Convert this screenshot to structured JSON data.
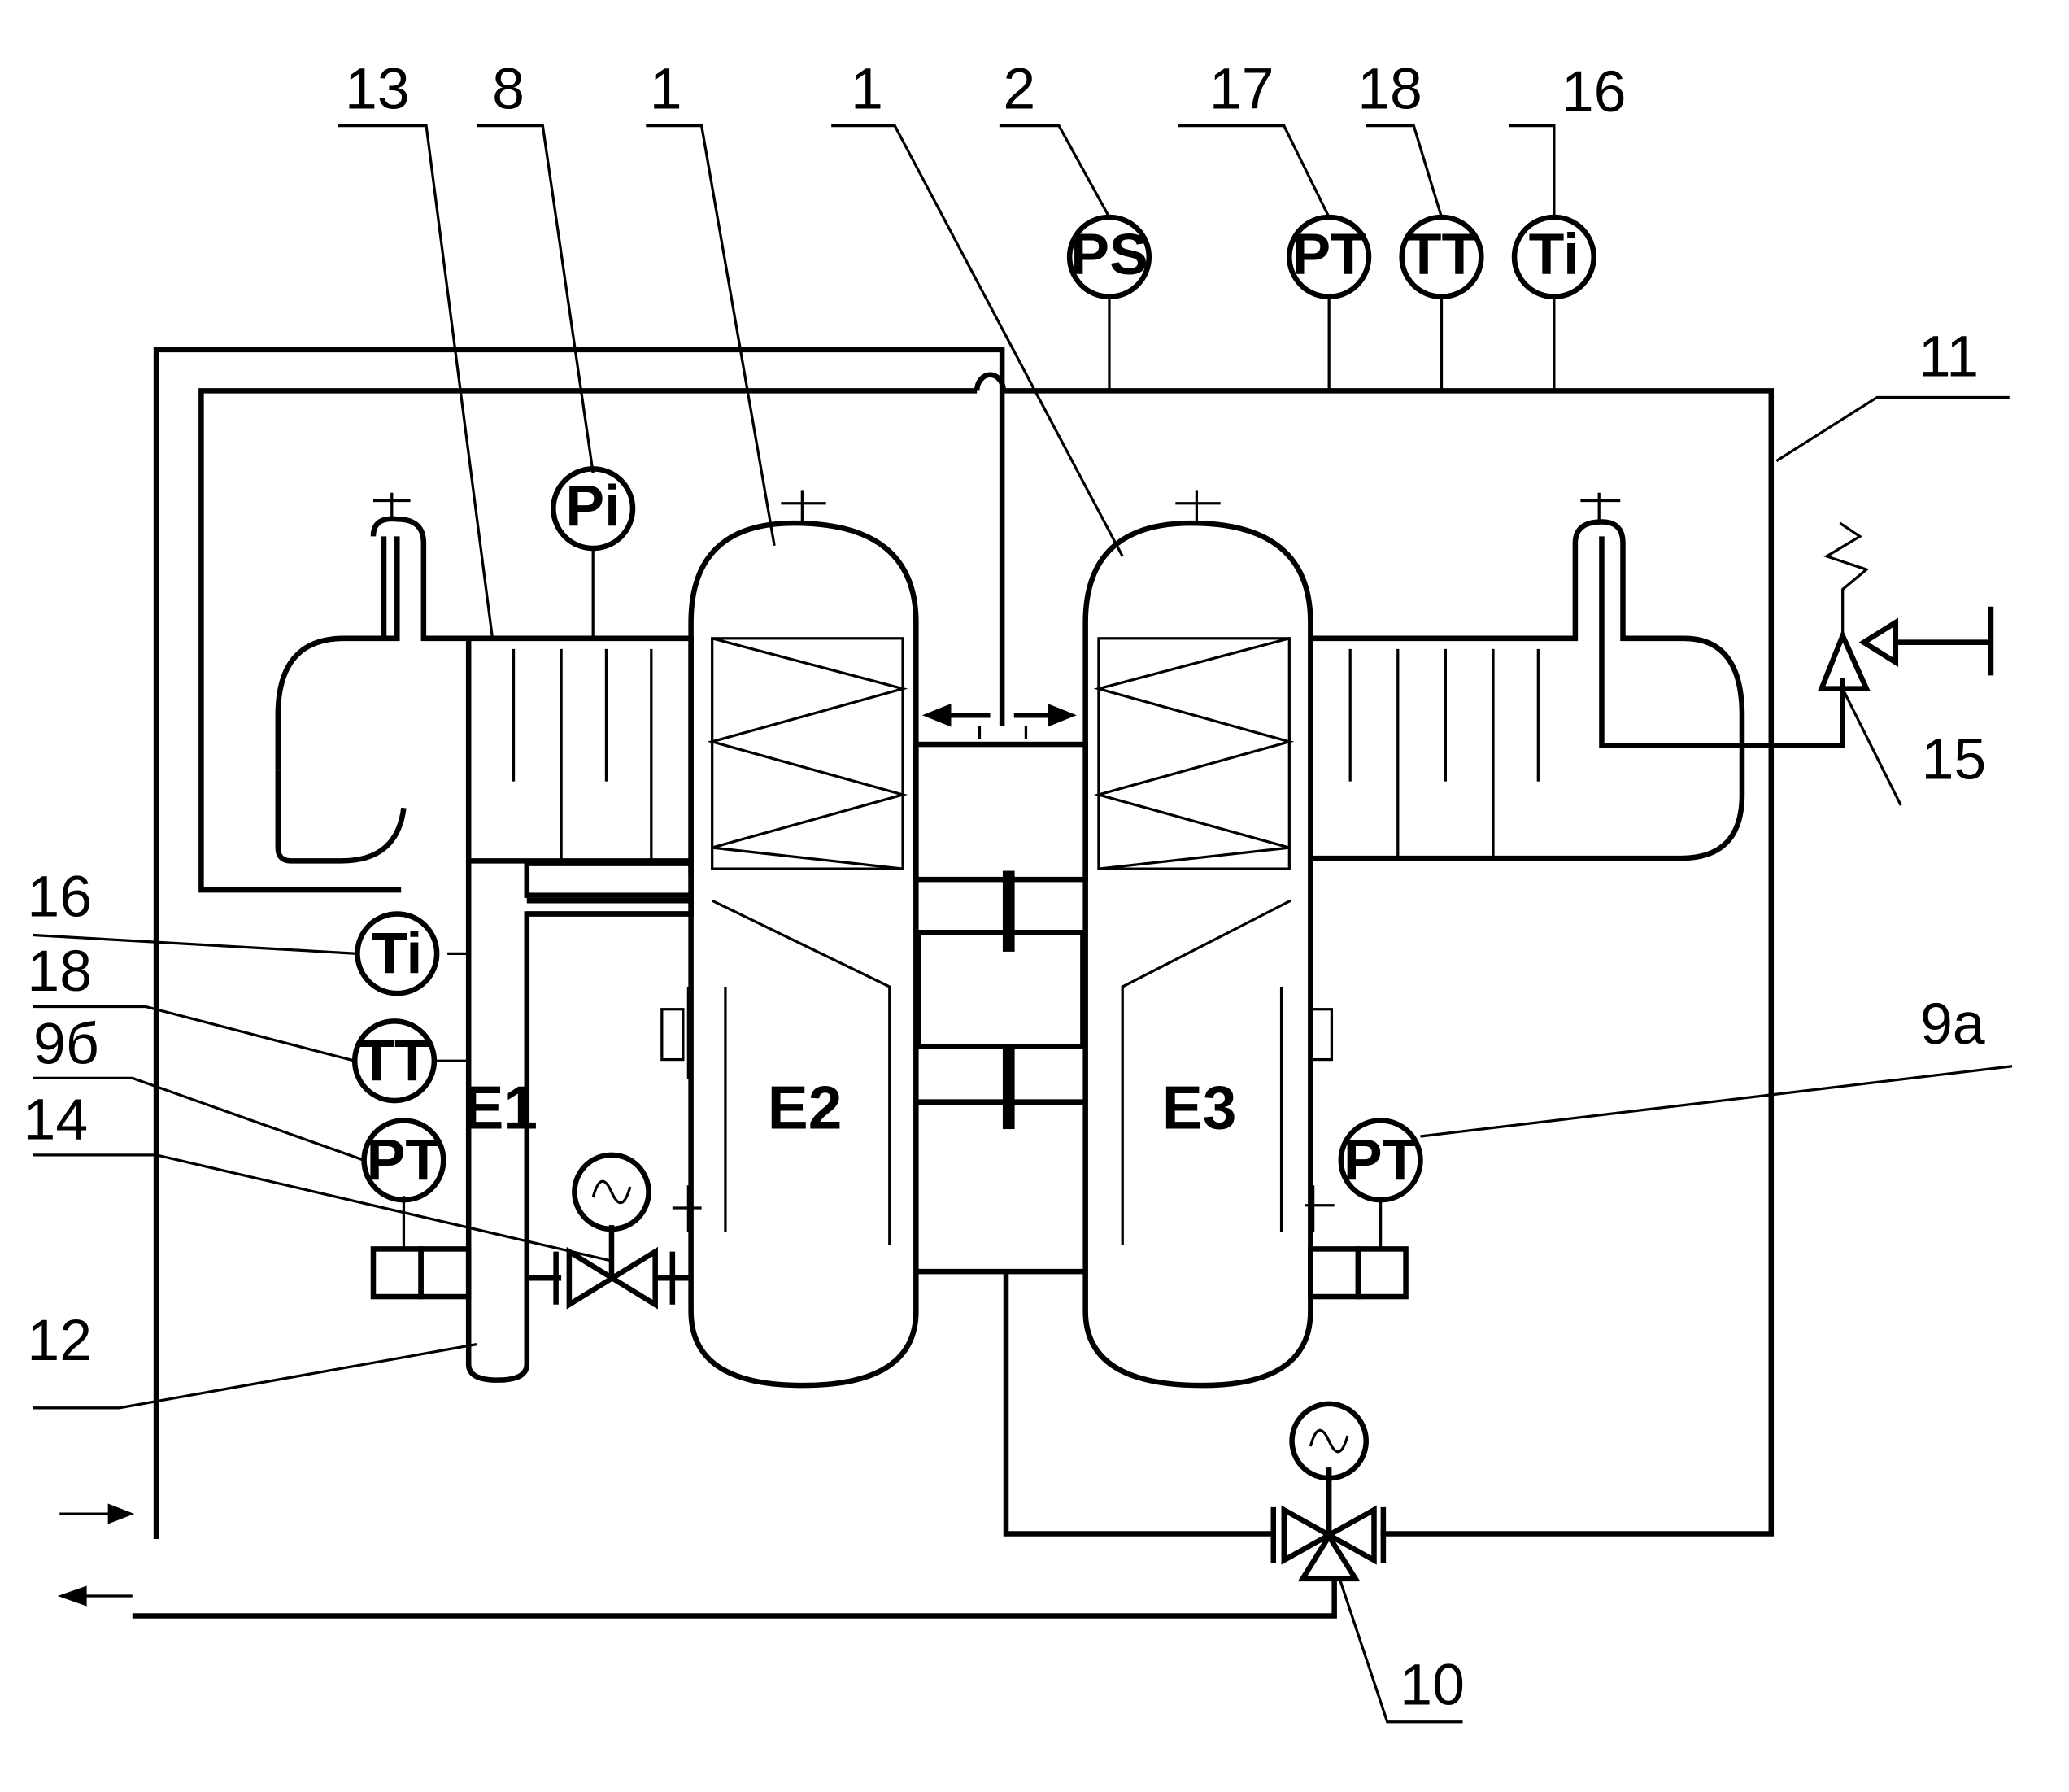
{
  "diagram": {
    "references": {
      "r13": "13",
      "r8": "8",
      "r1a": "1",
      "r1b": "1",
      "r2": "2",
      "r17": "17",
      "r18_top": "18",
      "r16_top": "16",
      "r11": "11",
      "r15": "15",
      "r16_left": "16",
      "r18_left": "18",
      "r9b": "9б",
      "r14": "14",
      "r12": "12",
      "r9a": "9а",
      "r10": "10"
    },
    "instruments": {
      "ps_top": "PS",
      "pt_top": "PT",
      "tt_top": "TT",
      "ti_top": "Ti",
      "pi": "Pi",
      "ti_left": "Ti",
      "tt_left": "TT",
      "pt_left": "PT",
      "pt_right": "PT"
    },
    "vessels": {
      "e1": "E1",
      "e2": "E2",
      "e3": "E3"
    }
  }
}
